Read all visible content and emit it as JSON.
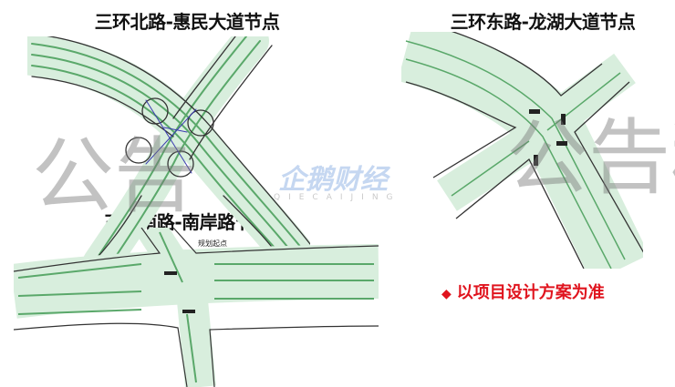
{
  "titles": {
    "north": "三环北路-惠民大道节点",
    "east": "三环东路-龙湖大道节点",
    "south": "三环南路-南岸路节点"
  },
  "note": {
    "bullet_icon": "red-diamond",
    "text": "以项目设计方案为准",
    "color": "#e0141e"
  },
  "diagram_south": {
    "label_planning_start": "规划起点"
  },
  "watermarks": {
    "stamp_text": "公告稿",
    "logo_text": "企鹅财经",
    "logo_sub": "QIECAIJING"
  },
  "colors": {
    "road_fill": "#d8eedd",
    "lane_green": "#5aa86a",
    "outline": "#333333",
    "ramp_blue": "#3b3bb0"
  }
}
